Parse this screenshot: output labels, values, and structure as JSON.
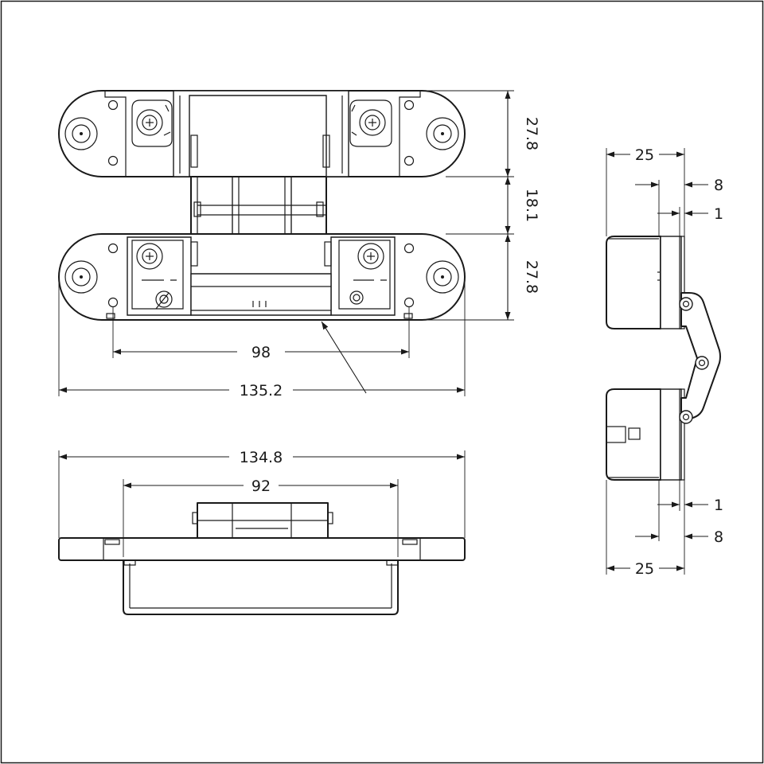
{
  "dimensions": {
    "front_top_height": "27.8",
    "front_gap": "18.1",
    "front_bottom_height": "27.8",
    "hole_spacing": "98",
    "overall_width": "135.2",
    "bottom_overall_width": "134.8",
    "bottom_body_width": "92",
    "side_top_depth": "25",
    "side_top_offset": "8",
    "side_top_thickness": "1",
    "side_bottom_thickness": "1",
    "side_bottom_offset": "8",
    "side_bottom_depth": "25"
  },
  "colors": {
    "line": "#1a1a1a",
    "background": "#ffffff"
  }
}
